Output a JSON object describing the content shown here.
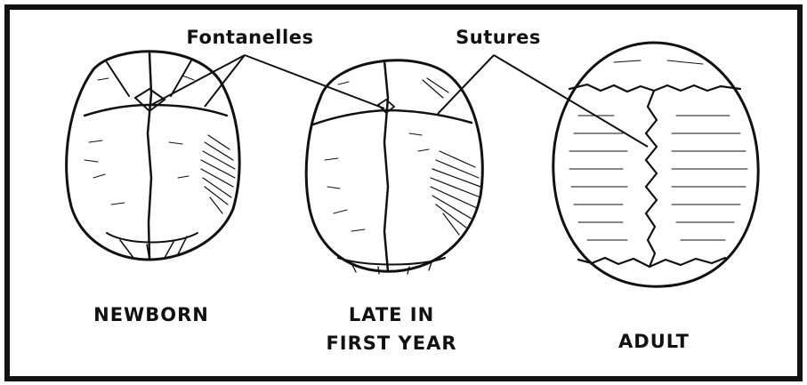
{
  "callouts": {
    "fontanelles": "Fontanelles",
    "sutures": "Sutures"
  },
  "skulls": [
    {
      "id": "newborn",
      "caption_lines": [
        "NEWBORN"
      ]
    },
    {
      "id": "late-in-first-year",
      "caption_lines": [
        "LATE IN",
        "FIRST YEAR"
      ]
    },
    {
      "id": "adult",
      "caption_lines": [
        "ADULT"
      ]
    }
  ]
}
